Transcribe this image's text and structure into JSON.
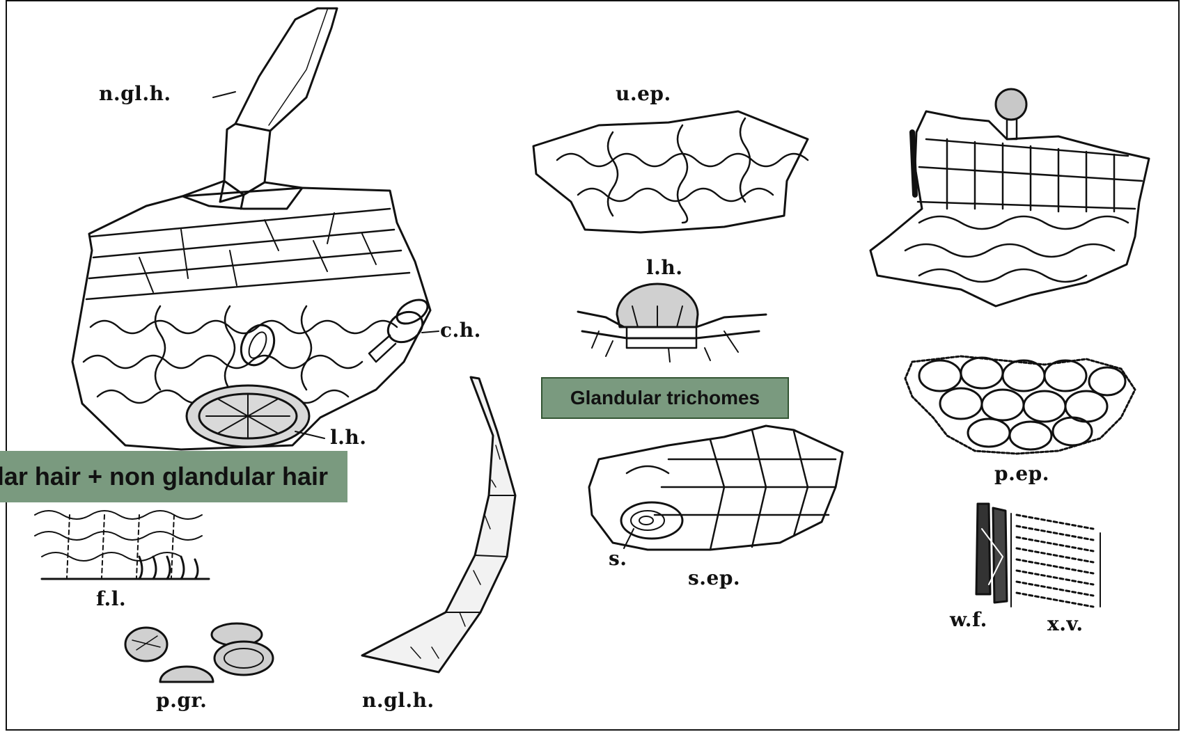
{
  "figure": {
    "labels": {
      "n_gl_h_top": "n.gl.h.",
      "c_h": "c.h.",
      "l_h_left": "l.h.",
      "f_l": "f.l.",
      "p_gr": "p.gr.",
      "n_gl_h_bottom": "n.gl.h.",
      "u_ep": "u.ep.",
      "l_h_center": "l.h.",
      "s": "s.",
      "s_ep": "s.ep.",
      "p_ep": "p.ep.",
      "w_f": "w.f.",
      "x_v": "x.v."
    },
    "banners": {
      "left": "Glandular hair + non glandular hair",
      "center": "Glandular trichomes"
    },
    "colors": {
      "banner_fill": "#7a9a7f",
      "ink": "#111111",
      "stipple": "#555555"
    }
  }
}
